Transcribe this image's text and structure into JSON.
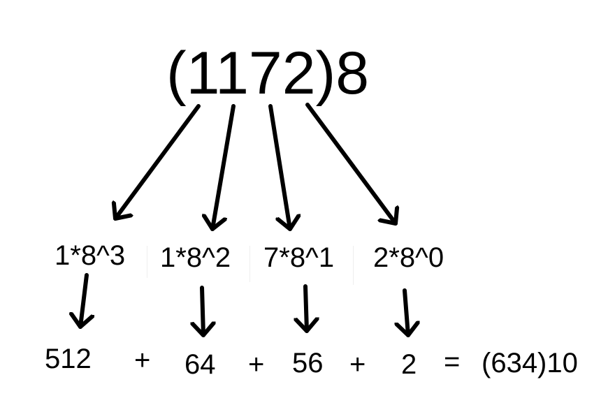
{
  "title": "(1172)8",
  "terms": [
    "1*8^3",
    "1*8^2",
    "7*8^1",
    "2*8^0"
  ],
  "values": [
    "512",
    "64",
    "56",
    "2"
  ],
  "operators": [
    "+",
    "+",
    "+",
    "="
  ],
  "result": "(634)10",
  "colors": {
    "ink": "#000000",
    "background": "#ffffff"
  }
}
